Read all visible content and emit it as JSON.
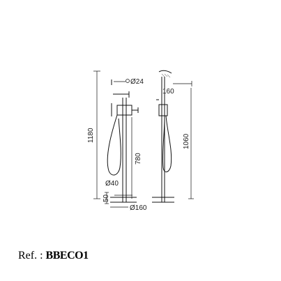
{
  "dimensions": {
    "d24": "Ø24",
    "d160_top": "160",
    "h1180": "1180",
    "h780": "780",
    "h1060": "1060",
    "d40": "Ø40",
    "h50": "50",
    "d160_base": "Ø160"
  },
  "reference": {
    "label": "Ref. :",
    "code": "BBECO1"
  }
}
